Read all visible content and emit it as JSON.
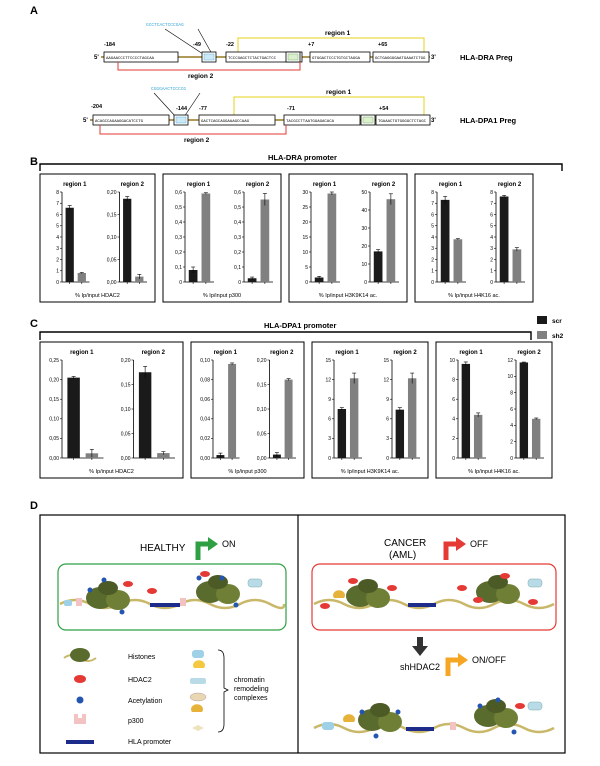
{
  "panels": {
    "a": {
      "letter": "A",
      "dra": {
        "name": "HLA-DRA Preg",
        "five": "5'",
        "three": "3'",
        "seq_top": "GCCTCACTCCCGAG",
        "positions": [
          "-184",
          "-49",
          "-22",
          "+7",
          "+65"
        ],
        "boxes": [
          "AAGAACCCTTCCCCTAGCAA",
          "TCCCGAGCTCTACTGACTCC",
          "GTGGACTCCCTGTGCTAGGA",
          "GCTGAGGGGAATGAAATCTGG"
        ],
        "region1": "region 1",
        "region2": "region 2"
      },
      "dpa1": {
        "name": "HLA-DPA1 Preg",
        "five": "5'",
        "three": "3'",
        "seq_top": "CGGGAACTCCCCG",
        "positions": [
          "-204",
          "-144",
          "-77",
          "-71",
          "+54"
        ],
        "boxes": [
          "ACAGCCAGAAGGACATCCTG",
          "GACTCAGCAGGAAAGCCAAG",
          "TACGCCTTAATGGAGACACA",
          "TGAAACTGTGGGGCTCTAGC"
        ],
        "region1": "region 1",
        "region2": "region 2"
      }
    },
    "b": {
      "letter": "B",
      "title": "HLA-DRA promoter"
    },
    "c": {
      "letter": "C",
      "title": "HLA-DPA1 promoter"
    },
    "legend": {
      "scr": "scr",
      "sh2": "sh2",
      "scr_color": "#1a1a1a",
      "sh2_color": "#808080"
    },
    "d": {
      "letter": "D",
      "healthy": "HEALTHY",
      "on": "ON",
      "cancer": "CANCER",
      "aml": "(AML)",
      "off": "OFF",
      "shhdac2": "shHDAC2",
      "onoff": "ON/OFF",
      "key_histones": "Histones",
      "key_hdac2": "HDAC2",
      "key_acetylation": "Acetylation",
      "key_p300": "p300",
      "key_promoter": "HLA promoter",
      "chromatin": "chromatin",
      "remodeling": "remodeling",
      "complexes": "complexes",
      "green": "#2ea043",
      "red": "#e53935",
      "orange": "#f5a623"
    }
  },
  "chart_data": [
    {
      "id": "B-HDAC2",
      "type": "bar",
      "xlabel": "% Ip/input HDAC2",
      "categories": [
        "scr",
        "sh2"
      ],
      "subplots": [
        {
          "label": "region 1",
          "ylim": [
            0,
            8
          ],
          "ticks": [
            "0",
            "1",
            "2",
            "3",
            "4",
            "5",
            "6",
            "7",
            "8"
          ],
          "values": [
            6.6,
            0.8
          ],
          "err": [
            0.2,
            0.05
          ]
        },
        {
          "label": "region 2",
          "ylim": [
            0,
            0.2
          ],
          "ticks": [
            "0,00",
            "0,05",
            "0,10",
            "0,15",
            "0,20"
          ],
          "values": [
            0.185,
            0.012
          ],
          "err": [
            0.005,
            0.005
          ]
        }
      ]
    },
    {
      "id": "B-p300",
      "type": "bar",
      "xlabel": "% Ip/input p300",
      "categories": [
        "scr",
        "sh2"
      ],
      "subplots": [
        {
          "label": "region 1",
          "ylim": [
            0,
            0.6
          ],
          "ticks": [
            "0",
            "0,1",
            "0,2",
            "0,3",
            "0,4",
            "0,5",
            "0,6"
          ],
          "values": [
            0.08,
            0.59
          ],
          "err": [
            0.02,
            0.005
          ]
        },
        {
          "label": "region 2",
          "ylim": [
            0,
            0.6
          ],
          "ticks": [
            "0",
            "0,1",
            "0,2",
            "0,3",
            "0,4",
            "0,5",
            "0,6"
          ],
          "values": [
            0.025,
            0.55
          ],
          "err": [
            0.008,
            0.04
          ]
        }
      ]
    },
    {
      "id": "B-H3K9K14",
      "type": "bar",
      "xlabel": "% Ip/input H3K9K14 ac.",
      "categories": [
        "scr",
        "sh2"
      ],
      "subplots": [
        {
          "label": "region 1",
          "ylim": [
            0,
            30
          ],
          "ticks": [
            "0",
            "5",
            "10",
            "15",
            "20",
            "25",
            "30"
          ],
          "values": [
            1.5,
            29.5
          ],
          "err": [
            0.4,
            0.5
          ]
        },
        {
          "label": "region 2",
          "ylim": [
            0,
            50
          ],
          "ticks": [
            "0",
            "10",
            "20",
            "30",
            "40",
            "50"
          ],
          "values": [
            17,
            46
          ],
          "err": [
            1,
            3
          ]
        }
      ]
    },
    {
      "id": "B-H4K16",
      "type": "bar",
      "xlabel": "% Ip/input H4K16 ac.",
      "categories": [
        "scr",
        "sh2"
      ],
      "subplots": [
        {
          "label": "region 1",
          "ylim": [
            0,
            8
          ],
          "ticks": [
            "0",
            "1",
            "2",
            "3",
            "4",
            "5",
            "6",
            "7",
            "8"
          ],
          "values": [
            7.3,
            3.8
          ],
          "err": [
            0.3,
            0.05
          ]
        },
        {
          "label": "region 2",
          "ylim": [
            0,
            8
          ],
          "ticks": [
            "0",
            "1",
            "2",
            "3",
            "4",
            "5",
            "6",
            "7",
            "8"
          ],
          "values": [
            7.6,
            2.9
          ],
          "err": [
            0.1,
            0.15
          ]
        }
      ]
    },
    {
      "id": "C-HDAC2",
      "type": "bar",
      "xlabel": "% Ip/input HDAC2",
      "categories": [
        "scr",
        "sh2"
      ],
      "subplots": [
        {
          "label": "region 1",
          "ylim": [
            0,
            0.25
          ],
          "ticks": [
            "0,00",
            "0,05",
            "0,10",
            "0,15",
            "0,20",
            "0,25"
          ],
          "values": [
            0.205,
            0.012
          ],
          "err": [
            0.003,
            0.01
          ]
        },
        {
          "label": "region 2",
          "ylim": [
            0,
            0.2
          ],
          "ticks": [
            "0,00",
            "0,05",
            "0,10",
            "0,15",
            "0,20"
          ],
          "values": [
            0.175,
            0.01
          ],
          "err": [
            0.012,
            0.003
          ]
        }
      ]
    },
    {
      "id": "C-p300",
      "type": "bar",
      "xlabel": "% Ip/input p300",
      "categories": [
        "scr",
        "sh2"
      ],
      "subplots": [
        {
          "label": "region 1",
          "ylim": [
            0,
            0.1
          ],
          "ticks": [
            "0,00",
            "0,02",
            "0,04",
            "0,06",
            "0,08",
            "0,10"
          ],
          "values": [
            0.003,
            0.096
          ],
          "err": [
            0.002,
            0.001
          ]
        },
        {
          "label": "region 2",
          "ylim": [
            0,
            0.2
          ],
          "ticks": [
            "0,00",
            "0,05",
            "0,10",
            "0,15",
            "0,20"
          ],
          "values": [
            0.007,
            0.16
          ],
          "err": [
            0.004,
            0.002
          ]
        }
      ]
    },
    {
      "id": "C-H3K9K14",
      "type": "bar",
      "xlabel": "% Ip/input H3K9K14 ac.",
      "categories": [
        "scr",
        "sh2"
      ],
      "subplots": [
        {
          "label": "region 1",
          "ylim": [
            0,
            15
          ],
          "ticks": [
            "0",
            "3",
            "6",
            "9",
            "12",
            "15"
          ],
          "values": [
            7.5,
            12.2
          ],
          "err": [
            0.2,
            0.8
          ]
        },
        {
          "label": "region 2",
          "ylim": [
            0,
            15
          ],
          "ticks": [
            "0",
            "3",
            "6",
            "9",
            "12",
            "15"
          ],
          "values": [
            7.4,
            12.2
          ],
          "err": [
            0.3,
            0.8
          ]
        }
      ]
    },
    {
      "id": "C-H4K16",
      "type": "bar",
      "xlabel": "% Ip/input H4K16 ac.",
      "categories": [
        "scr",
        "sh2"
      ],
      "subplots": [
        {
          "label": "region 1",
          "ylim": [
            0,
            10
          ],
          "ticks": [
            "0",
            "2",
            "4",
            "6",
            "8",
            "10"
          ],
          "values": [
            9.6,
            4.4
          ],
          "err": [
            0.2,
            0.2
          ]
        },
        {
          "label": "region 2",
          "ylim": [
            0,
            12
          ],
          "ticks": [
            "0",
            "2",
            "4",
            "6",
            "8",
            "10",
            "12"
          ],
          "values": [
            11.7,
            4.8
          ],
          "err": [
            0.05,
            0.1
          ]
        }
      ]
    }
  ]
}
